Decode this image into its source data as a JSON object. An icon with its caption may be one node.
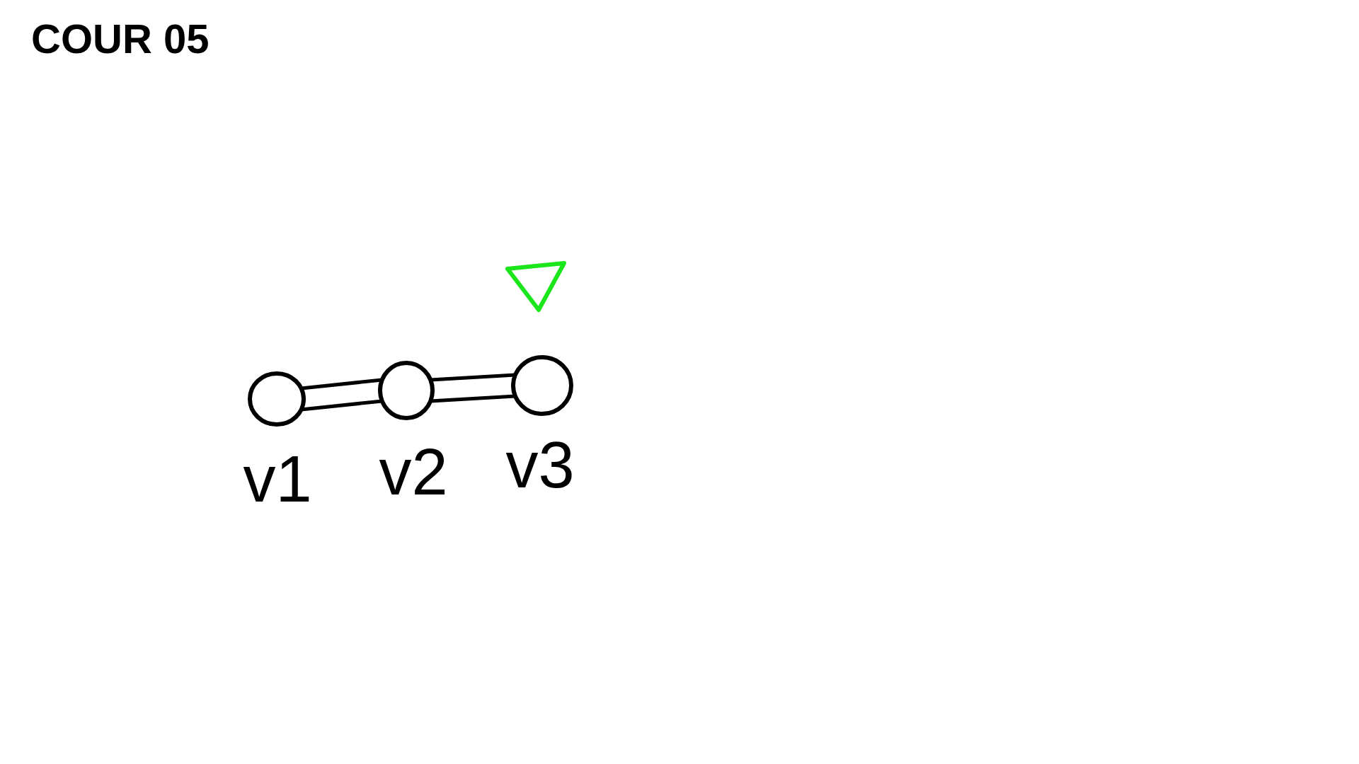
{
  "diagram": {
    "title": "COUR 05",
    "nodes": [
      {
        "text": [],
        "shape": "circle",
        "beside": [
          "v1"
        ]
      },
      {
        "text": [],
        "shape": "circle",
        "beside": [
          "v2"
        ]
      },
      {
        "text": [],
        "shape": "circle",
        "beside": [
          "v3"
        ]
      },
      {
        "text": [],
        "shape": "triangle"
      }
    ],
    "edges": [
      {
        "from": 0,
        "to": 1,
        "arrow": "none"
      },
      {
        "from": 1,
        "to": 2,
        "arrow": "none"
      }
    ]
  }
}
